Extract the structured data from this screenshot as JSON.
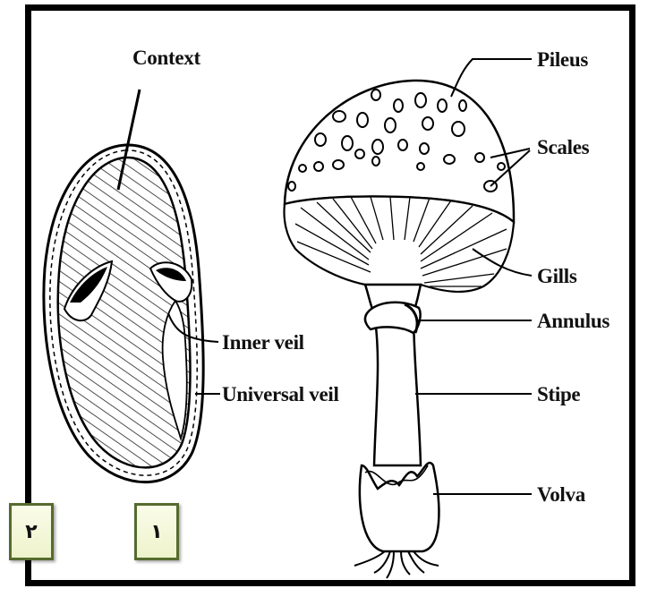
{
  "diagram": {
    "left_figure": {
      "labels": {
        "context": "Context",
        "inner_veil": "Inner veil",
        "universal_veil": "Universal veil"
      }
    },
    "right_figure": {
      "labels": {
        "pileus": "Pileus",
        "scales": "Scales",
        "gills": "Gills",
        "annulus": "Annulus",
        "stipe": "Stipe",
        "volva": "Volva"
      }
    }
  },
  "number_boxes": {
    "box_left": "٢",
    "box_right": "١"
  }
}
